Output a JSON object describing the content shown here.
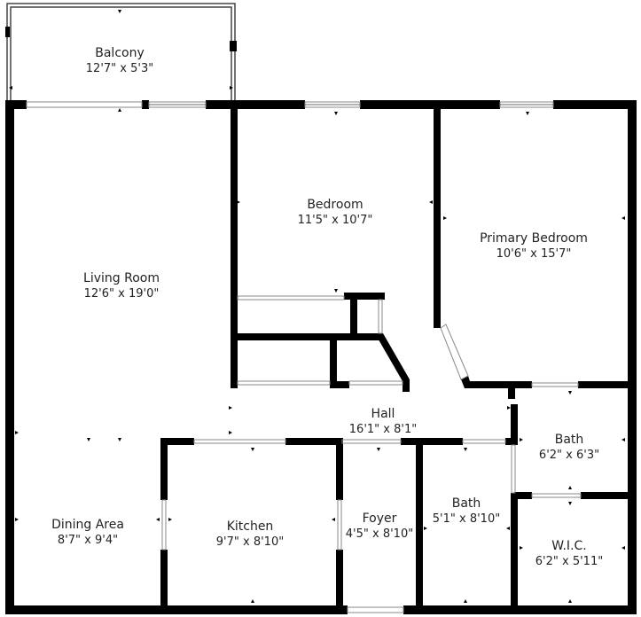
{
  "colors": {
    "wall": "#000000",
    "thin": "#444444",
    "window": "#888888",
    "label": "#222222"
  },
  "rooms": {
    "balcony": {
      "name": "Balcony",
      "dims": "12'7\" x 5'3\""
    },
    "bedroom": {
      "name": "Bedroom",
      "dims": "11'5\" x 10'7\""
    },
    "primary_bedroom": {
      "name": "Primary Bedroom",
      "dims": "10'6\" x 15'7\""
    },
    "living_room": {
      "name": "Living Room",
      "dims": "12'6\" x 19'0\""
    },
    "hall": {
      "name": "Hall",
      "dims": "16'1\" x 8'1\""
    },
    "bath_right": {
      "name": "Bath",
      "dims": "6'2\" x 6'3\""
    },
    "dining_area": {
      "name": "Dining Area",
      "dims": "8'7\" x 9'4\""
    },
    "kitchen": {
      "name": "Kitchen",
      "dims": "9'7\" x 8'10\""
    },
    "foyer": {
      "name": "Foyer",
      "dims": "4'5\" x 8'10\""
    },
    "bath_center": {
      "name": "Bath",
      "dims": "5'1\" x 8'10\""
    },
    "wic": {
      "name": "W.I.C.",
      "dims": "6'2\" x 5'11\""
    }
  }
}
